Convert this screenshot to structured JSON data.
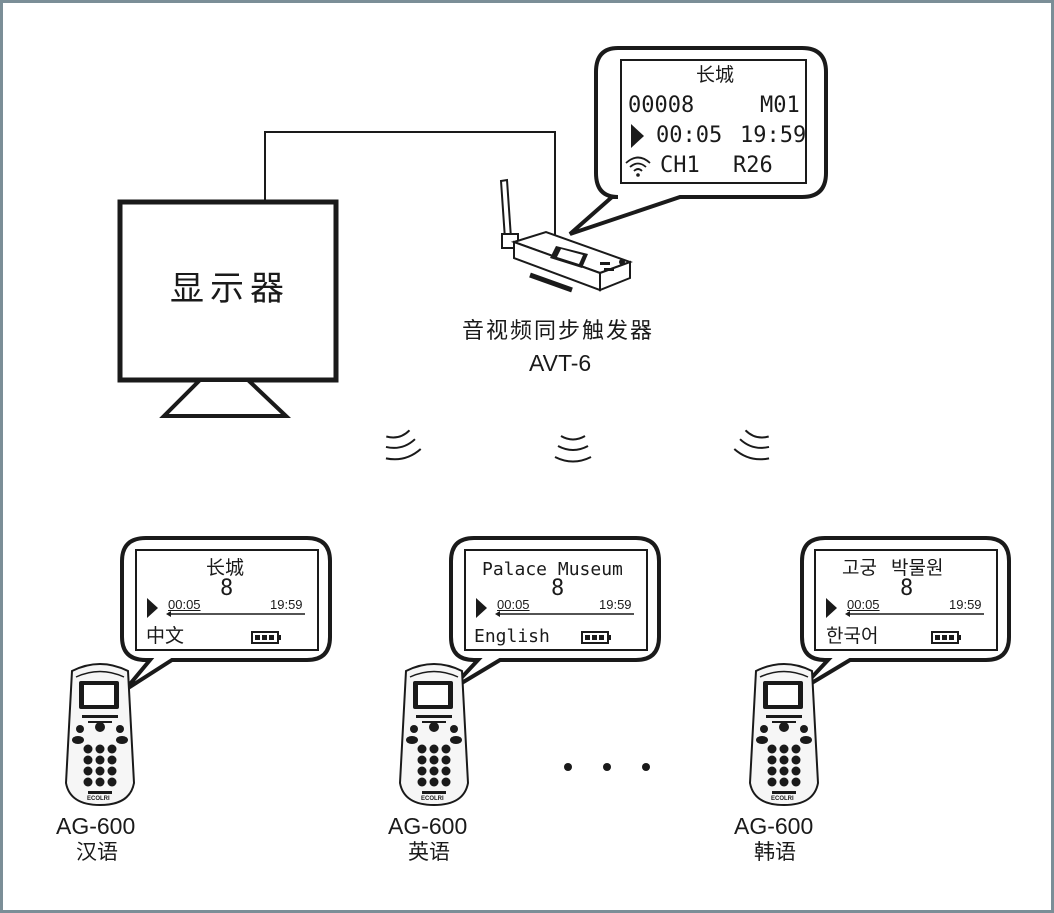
{
  "monitor": {
    "label": "显示器"
  },
  "trigger": {
    "name": "音视频同步触发器",
    "model": "AVT-6",
    "screen": {
      "title": "长城",
      "counter": "00008",
      "mode": "M01",
      "elapsed": "00:05",
      "total": "19:59",
      "channel": "CH1",
      "range": "R26"
    }
  },
  "receivers": [
    {
      "model": "AG-600",
      "language": "汉语",
      "screen": {
        "title": "长城",
        "track": "8",
        "elapsed": "00:05",
        "total": "19:59",
        "lang": "中文"
      }
    },
    {
      "model": "AG-600",
      "language": "英语",
      "screen": {
        "title": "Palace Museum",
        "track": "8",
        "elapsed": "00:05",
        "total": "19:59",
        "lang": "English"
      }
    },
    {
      "model": "AG-600",
      "language": "韩语",
      "screen": {
        "title": "고궁 박물원",
        "track": "8",
        "elapsed": "00:05",
        "total": "19:59",
        "lang": "한국어"
      }
    }
  ],
  "device_brand": "ECOLRI",
  "colors": {
    "border": "#7b8e97",
    "ink": "#1a1a1a"
  }
}
